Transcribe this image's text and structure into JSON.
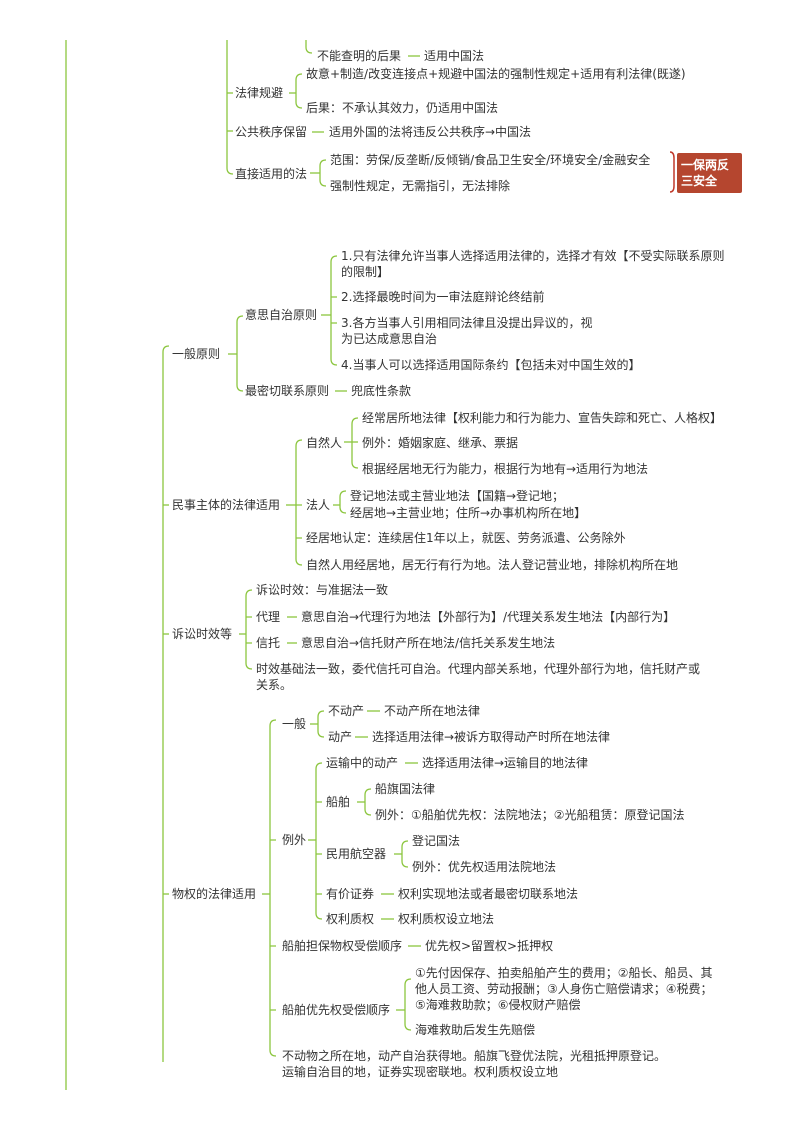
{
  "n": {
    "a01": "不能查明的后果",
    "a02": "适用中国法",
    "a03": "法律规避",
    "a04": "故意+制造/改变连接点+规避中国法的强制性规定+适用有利法律(既遂)",
    "a05": "后果：不承认其效力，仍适用中国法",
    "a06": "公共秩序保留",
    "a07": "适用外国的法将违反公共秩序→中国法",
    "a08": "直接适用的法",
    "a09": "范围：劳保/反垄断/反倾销/食品卫生安全/环境安全/金融安全",
    "a10": "强制性规定，无需指引，无法排除",
    "b01": "一般原则",
    "b02": "意思自治原则",
    "b03a": "1.只有法律允许当事人选择适用法律的，选择才有效【不受实际联系原则",
    "b03b": "的限制】",
    "b04": "2.选择最晚时间为一审法庭辩论终结前",
    "b05a": "3.各方当事人引用相同法律且没提出异议的，视",
    "b05b": "为已达成意思自治",
    "b06": "4.当事人可以选择适用国际条约【包括未对中国生效的】",
    "b07": "最密切联系原则",
    "b08": "兜底性条款",
    "c01": "民事主体的法律适用",
    "c02": "自然人",
    "c03": "经常居所地法律【权利能力和行为能力、宣告失踪和死亡、人格权】",
    "c04": "例外：婚姻家庭、继承、票据",
    "c05": "根据经居地无行为能力，根据行为地有→适用行为地法",
    "c06": "法人",
    "c07a": "登记地法或主营业地法【国籍→登记地；",
    "c07b": "经居地→主营业地；住所→办事机构所在地】",
    "c08": "经居地认定：连续居住1年以上，就医、劳务派遣、公务除外",
    "c09": "自然人用经居地，居无行有行为地。法人登记营业地，排除机构所在地",
    "d01": "诉讼时效等",
    "d02": "诉讼时效：与准据法一致",
    "d03": "代理",
    "d04": "意思自治→代理行为地法【外部行为】/代理关系发生地法【内部行为】",
    "d05": "信托",
    "d06": "意思自治→信托财产所在地法/信托关系发生地法",
    "d07a": "时效基础法一致，委代信托可自治。代理内部关系地，代理外部行为地，信托财产或",
    "d07b": "关系。",
    "e01": "物权的法律适用",
    "e02": "一般",
    "e03": "不动产",
    "e04": "不动产所在地法律",
    "e05": "动产",
    "e06": "选择适用法律→被诉方取得动产时所在地法律",
    "e07": "例外",
    "e08": "运输中的动产",
    "e09": "选择适用法律→运输目的地法律",
    "e10": "船舶",
    "e11": "船旗国法律",
    "e12": "例外：①船舶优先权：法院地法；②光船租赁：原登记国法",
    "e13": "民用航空器",
    "e14": "登记国法",
    "e15": "例外：优先权适用法院地法",
    "e16": "有价证券",
    "e17": "权利实现地法或者最密切联系地法",
    "e18": "权利质权",
    "e19": "权利质权设立地法",
    "e20": "船舶担保物权受偿顺序",
    "e21": "优先权>留置权>抵押权",
    "e22": "船舶优先权受偿顺序",
    "e23a": "①先付因保存、拍卖船舶产生的费用；②船长、船员、其",
    "e23b": "他人员工资、劳动报酬；③人身伤亡赔偿请求；④税费；",
    "e23c": "⑤海难救助款；⑥侵权财产赔偿",
    "e24": "海难救助后发生先赔偿",
    "e25a": "不动物之所在地，动产自治获得地。船旗飞登优法院，光租抵押原登记。",
    "e25b": "运输自治目的地，证券实现密联地。权利质权设立地"
  },
  "badge": {
    "line1": "一保两反",
    "line2": "三安全"
  },
  "colors": {
    "branch": "#8cc63f",
    "badge_bg": "#b5462f",
    "badge_outline": "#c0392b",
    "text": "#333333"
  }
}
